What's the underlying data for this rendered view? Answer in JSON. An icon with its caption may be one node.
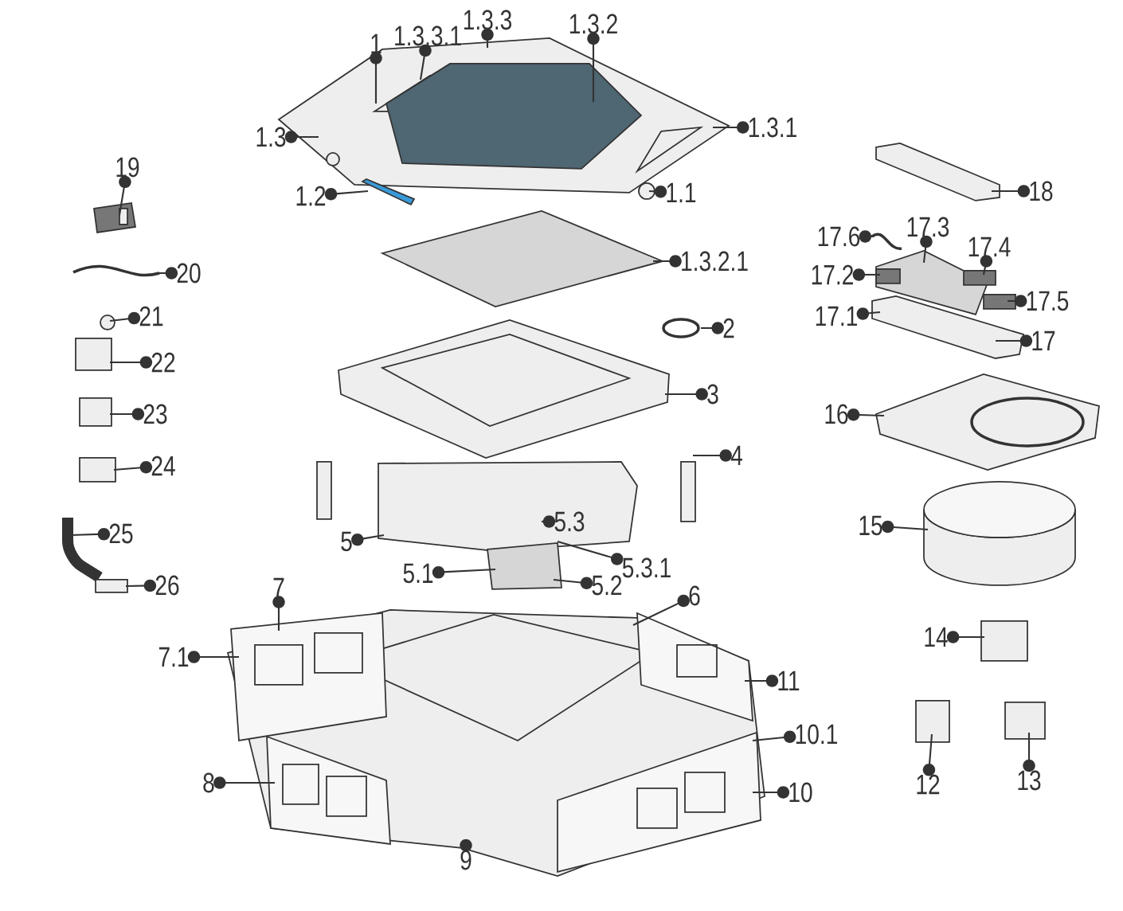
{
  "diagram": {
    "nodes": [
      {
        "text": [
          "1"
        ]
      },
      {
        "text": [
          "1.3.3.1"
        ]
      },
      {
        "text": [
          "1.3.3"
        ]
      },
      {
        "text": [
          "1.3.2"
        ]
      },
      {
        "text": [
          "1.3"
        ]
      },
      {
        "text": [
          "1.3.1"
        ]
      },
      {
        "text": [
          "19"
        ]
      },
      {
        "text": [
          "1.2"
        ]
      },
      {
        "text": [
          "1.1"
        ]
      },
      {
        "text": [
          "18"
        ]
      },
      {
        "text": [
          "20"
        ]
      },
      {
        "text": [
          "1.3.2.1"
        ]
      },
      {
        "text": [
          "17.6"
        ]
      },
      {
        "text": [
          "17.3"
        ]
      },
      {
        "text": [
          "17.4"
        ]
      },
      {
        "text": [
          "17.2"
        ]
      },
      {
        "text": [
          "17.5"
        ]
      },
      {
        "text": [
          "21"
        ]
      },
      {
        "text": [
          "17.1"
        ]
      },
      {
        "text": [
          "2"
        ]
      },
      {
        "text": [
          "17"
        ]
      },
      {
        "text": [
          "22"
        ]
      },
      {
        "text": [
          "3"
        ]
      },
      {
        "text": [
          "16"
        ]
      },
      {
        "text": [
          "23"
        ]
      },
      {
        "text": [
          "4"
        ]
      },
      {
        "text": [
          "24"
        ]
      },
      {
        "text": [
          "15"
        ]
      },
      {
        "text": [
          "5.3"
        ],
        "in": 71
      },
      {
        "text": [
          "25"
        ]
      },
      {
        "text": [
          "5"
        ]
      },
      {
        "text": [
          "5.3.1"
        ]
      },
      {
        "text": [
          "5.1"
        ]
      },
      {
        "text": [
          "5.2"
        ]
      },
      {
        "text": [
          "26"
        ]
      },
      {
        "text": [
          "7"
        ]
      },
      {
        "text": [
          "6"
        ]
      },
      {
        "text": [
          "14"
        ]
      },
      {
        "text": [
          "7.1"
        ]
      },
      {
        "text": [
          "11"
        ]
      },
      {
        "text": [
          "10.1"
        ]
      },
      {
        "text": [
          "12"
        ]
      },
      {
        "text": [
          "13"
        ]
      },
      {
        "text": [
          "8"
        ]
      },
      {
        "text": [
          "10"
        ]
      },
      {
        "text": [
          "9"
        ]
      },
      {
        "text": [],
        "shape": "picture"
      },
      {
        "text": [],
        "shape": "picture",
        "in": 46
      },
      {
        "text": [],
        "shape": "circle",
        "in": 46
      },
      {
        "text": [],
        "shape": "circle"
      },
      {
        "text": [],
        "shape": "picture"
      },
      {
        "text": [],
        "shape": "picture"
      },
      {
        "text": [],
        "shape": "picture"
      },
      {
        "text": [],
        "shape": "picture"
      },
      {
        "text": [],
        "shape": "picture"
      },
      {
        "text": [],
        "shape": "picture"
      },
      {
        "text": [],
        "shape": "picture"
      },
      {
        "text": [],
        "shape": "picture"
      },
      {
        "text": [],
        "shape": "box"
      },
      {
        "text": [],
        "shape": "box",
        "in": 56
      },
      {
        "text": [],
        "shape": "box"
      },
      {
        "text": [],
        "shape": "circle"
      },
      {
        "text": [],
        "shape": "box"
      },
      {
        "text": [],
        "shape": "circle"
      },
      {
        "text": [],
        "shape": "picture"
      },
      {
        "text": [],
        "shape": "picture"
      },
      {
        "text": [],
        "shape": "box"
      },
      {
        "text": [],
        "shape": "box"
      },
      {
        "text": [],
        "shape": "box"
      },
      {
        "text": [],
        "shape": "box"
      },
      {
        "text": [],
        "shape": "picture"
      },
      {
        "text": [],
        "shape": "picture"
      },
      {
        "text": [],
        "shape": "picture"
      },
      {
        "text": [],
        "shape": "box"
      },
      {
        "text": [],
        "shape": "picture"
      },
      {
        "text": [],
        "shape": "picture",
        "in": 74
      },
      {
        "text": [],
        "shape": "box"
      },
      {
        "text": [],
        "shape": "picture",
        "in": 74
      },
      {
        "text": [],
        "shape": "box"
      },
      {
        "text": [],
        "shape": "box"
      },
      {
        "text": [],
        "shape": "picture",
        "in": 74
      },
      {
        "text": [],
        "shape": "picture",
        "in": 74
      }
    ],
    "edges": [
      {
        "from": 0,
        "to": 46,
        "arrow": "other"
      },
      {
        "from": 1,
        "to": 46,
        "arrow": "other"
      },
      {
        "from": 2,
        "to": 46,
        "arrow": "other"
      },
      {
        "from": 3,
        "to": 47,
        "arrow": "other"
      },
      {
        "from": 4,
        "to": 46,
        "arrow": "other"
      },
      {
        "from": 5,
        "to": 46,
        "arrow": "other"
      },
      {
        "from": 6,
        "to": 51,
        "arrow": "other"
      },
      {
        "from": 7,
        "to": 50,
        "arrow": "other"
      },
      {
        "from": 8,
        "to": 49,
        "arrow": "other"
      },
      {
        "from": 9,
        "to": 54,
        "arrow": "other"
      },
      {
        "from": 10,
        "to": 52,
        "arrow": "other"
      },
      {
        "from": 11,
        "to": 53,
        "arrow": "other"
      },
      {
        "from": 12,
        "to": 57,
        "arrow": "other"
      },
      {
        "from": 13,
        "to": 56,
        "arrow": "other"
      },
      {
        "from": 14,
        "to": 58,
        "arrow": "other"
      },
      {
        "from": 15,
        "to": 59,
        "arrow": "other"
      },
      {
        "from": 16,
        "to": 60,
        "arrow": "other"
      },
      {
        "from": 17,
        "to": 61,
        "arrow": "other"
      },
      {
        "from": 18,
        "to": 55,
        "arrow": "other"
      },
      {
        "from": 19,
        "to": 63,
        "arrow": "other"
      },
      {
        "from": 20,
        "to": 55,
        "arrow": "other"
      },
      {
        "from": 21,
        "to": 62,
        "arrow": "other"
      },
      {
        "from": 22,
        "to": 64,
        "arrow": "other"
      },
      {
        "from": 23,
        "to": 65,
        "arrow": "other"
      },
      {
        "from": 24,
        "to": 66,
        "arrow": "other"
      },
      {
        "from": 25,
        "to": 68,
        "arrow": "other"
      },
      {
        "from": 26,
        "to": 69,
        "arrow": "other"
      },
      {
        "from": 27,
        "to": 70,
        "arrow": "other"
      },
      {
        "from": 28,
        "to": 71,
        "arrow": "other"
      },
      {
        "from": 29,
        "to": 72,
        "arrow": "other"
      },
      {
        "from": 30,
        "to": 71,
        "arrow": "other"
      },
      {
        "from": 31,
        "to": 71,
        "arrow": "other"
      },
      {
        "from": 32,
        "to": 71,
        "arrow": "other"
      },
      {
        "from": 33,
        "to": 71,
        "arrow": "other"
      },
      {
        "from": 34,
        "to": 73,
        "arrow": "other"
      },
      {
        "from": 35,
        "to": 75,
        "arrow": "other"
      },
      {
        "from": 36,
        "to": 74,
        "arrow": "other"
      },
      {
        "from": 37,
        "to": 76,
        "arrow": "other"
      },
      {
        "from": 38,
        "to": 75,
        "arrow": "other"
      },
      {
        "from": 39,
        "to": 77,
        "arrow": "other"
      },
      {
        "from": 40,
        "to": 81,
        "arrow": "other"
      },
      {
        "from": 41,
        "to": 78,
        "arrow": "other"
      },
      {
        "from": 42,
        "to": 79,
        "arrow": "other"
      },
      {
        "from": 43,
        "to": 80,
        "arrow": "other"
      },
      {
        "from": 44,
        "to": 81,
        "arrow": "other"
      },
      {
        "from": 45,
        "to": 74,
        "arrow": "other"
      }
    ]
  }
}
